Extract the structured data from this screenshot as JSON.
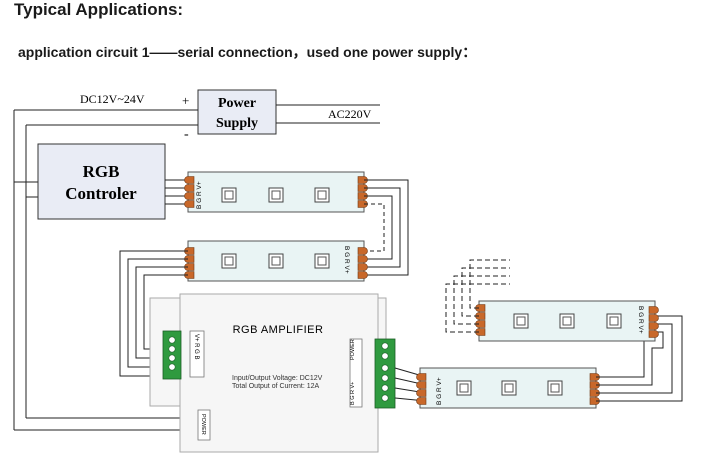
{
  "header": {
    "title": "Typical Applications:",
    "subtitle": "application circuit 1——serial  connection，used one power supply："
  },
  "power": {
    "dc_label": "DC12V~24V",
    "plus": "+",
    "minus": "-",
    "supply_line1": "Power",
    "supply_line2": "Supply",
    "ac_label": "AC220V"
  },
  "controller": {
    "line1": "RGB",
    "line2": "Controler"
  },
  "strip": {
    "pins_text": "B G R V+"
  },
  "amplifier": {
    "title": "RGB  AMPLIFIER",
    "spec_line1": "Input/Output Voltage:  DC12V",
    "spec_line2": "Total Output of Current:  12A",
    "left_label": "V+ R G B",
    "right_label": "POWER",
    "right_pins": "B G R V+",
    "power_label": "POWER"
  },
  "colors": {
    "strip_fill": "#e9f4f4",
    "connector": "#c8682a",
    "terminal": "#2f9a3f",
    "controller_fill": "#e9ecf5",
    "line": "#222222"
  }
}
